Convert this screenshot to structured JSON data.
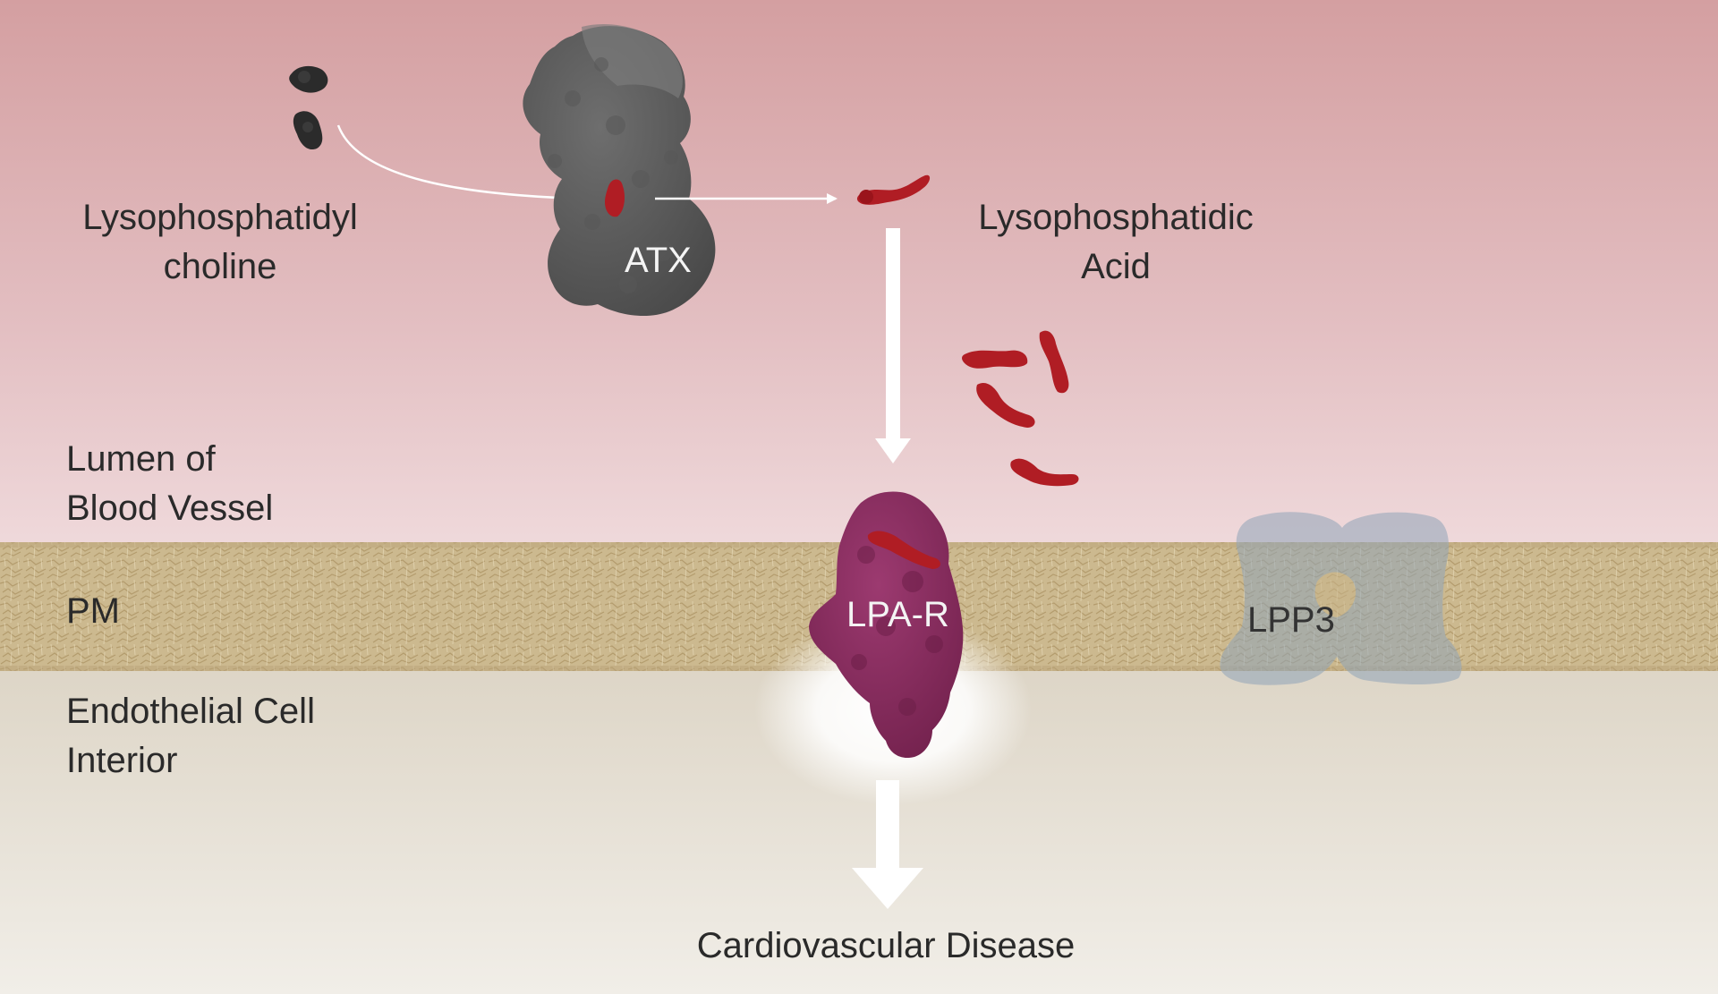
{
  "labels": {
    "lpc": {
      "line1": "Lysophosphatidyl",
      "line2": "choline"
    },
    "atx": "ATX",
    "lpa": {
      "line1": "Lysophosphatidic",
      "line2": "Acid"
    },
    "lumen": {
      "line1": "Lumen of",
      "line2": "Blood Vessel"
    },
    "pm": "PM",
    "interior": {
      "line1": "Endothelial Cell",
      "line2": "Interior"
    },
    "lpa_r": "LPA-R",
    "lpp3": "LPP3",
    "outcome": "Cardiovascular Disease"
  },
  "colors": {
    "lumen_top": "#d49fa1",
    "lumen_bottom": "#efd9db",
    "membrane": "#c8b48a",
    "interior_top": "#ddd5c6",
    "interior_bottom": "#f1eee8",
    "atx_protein": "#5f5f5f",
    "lpc_molecule": "#2b2b2b",
    "lpa_molecule": "#b01d24",
    "lpa_receptor": "#8a2a5f",
    "lpp3_protein": "#8fa4b8",
    "arrow": "#ffffff"
  },
  "icons": {
    "atx": "atx-protein-icon",
    "lpa_r": "lpa-receptor-protein-icon",
    "lpp3": "lpp3-protein-icon",
    "lpc": "lpc-molecule-icon",
    "lpa": "lpa-molecule-icon"
  }
}
